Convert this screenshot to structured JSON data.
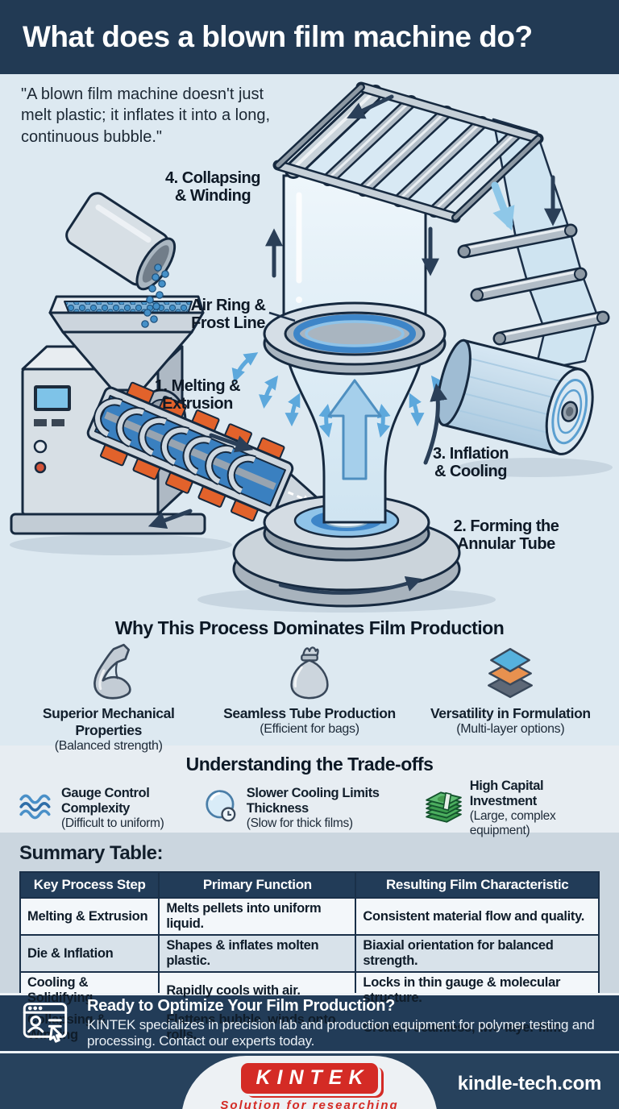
{
  "header": {
    "title": "What does a blown film machine do?"
  },
  "intro": {
    "quote": "\"A blown film machine doesn't just melt plastic; it inflates it into a long, continuous bubble.\""
  },
  "diagram": {
    "steps": [
      {
        "line1": "1. Melting &",
        "line2": "Extrusion"
      },
      {
        "line1": "2. Forming the",
        "line2": "Annular Tube"
      },
      {
        "line1": "3. Inflation",
        "line2": "& Cooling"
      },
      {
        "line1": "4. Collapsing",
        "line2": "& Winding"
      }
    ],
    "air_ring_label": {
      "line1": "Air Ring &",
      "line2": "Frost Line"
    }
  },
  "benefits": {
    "heading": "Why This Process Dominates Film Production",
    "items": [
      {
        "icon": "muscle-arm-icon",
        "title": "Superior Mechanical Properties",
        "subtitle": "(Balanced strength)"
      },
      {
        "icon": "bag-icon",
        "title": "Seamless Tube Production",
        "subtitle": "(Efficient for bags)"
      },
      {
        "icon": "layers-icon",
        "title": "Versatility in Formulation",
        "subtitle": "(Multi-layer options)"
      }
    ]
  },
  "tradeoffs": {
    "heading": "Understanding the Trade-offs",
    "items": [
      {
        "icon": "waves-icon",
        "title": "Gauge Control Complexity",
        "subtitle": "(Difficult to uniform)"
      },
      {
        "icon": "bubble-clock-icon",
        "title": "Slower Cooling Limits Thickness",
        "subtitle": "(Slow for thick films)"
      },
      {
        "icon": "money-stack-icon",
        "title": "High Capital Investment",
        "subtitle": "(Large, complex equipment)"
      }
    ]
  },
  "summary": {
    "title": "Summary Table:",
    "table": {
      "headers": [
        "Key Process Step",
        "Primary Function",
        "Resulting Film Characteristic"
      ],
      "rows": [
        [
          "Melting & Extrusion",
          "Melts pellets into uniform liquid.",
          "Consistent material flow and quality."
        ],
        [
          "Die & Inflation",
          "Shapes & inflates molten plastic.",
          "Biaxial orientation for balanced strength."
        ],
        [
          "Cooling & Solidifying",
          "Rapidly cools with air.",
          "Locks in thin gauge & molecular structure."
        ],
        [
          "Collapsing & Winding",
          "Flattens bubble, winds onto rolls.",
          "Creates seamless, two-layer film."
        ]
      ]
    }
  },
  "cta": {
    "heading": "Ready to Optimize Your Film Production?",
    "body": "KINTEK specializes in precision lab and production equipment for polymer testing and processing. Contact our experts today."
  },
  "footer": {
    "logo_text": "KINTEK",
    "logo_tagline": "Solution for researching",
    "website": "kindle-tech.com"
  },
  "colors": {
    "navy": "#223a54",
    "accent_blue": "#4a90c8",
    "heater_orange": "#e2622b",
    "logo_red": "#d42b25",
    "money_green": "#43a055"
  }
}
